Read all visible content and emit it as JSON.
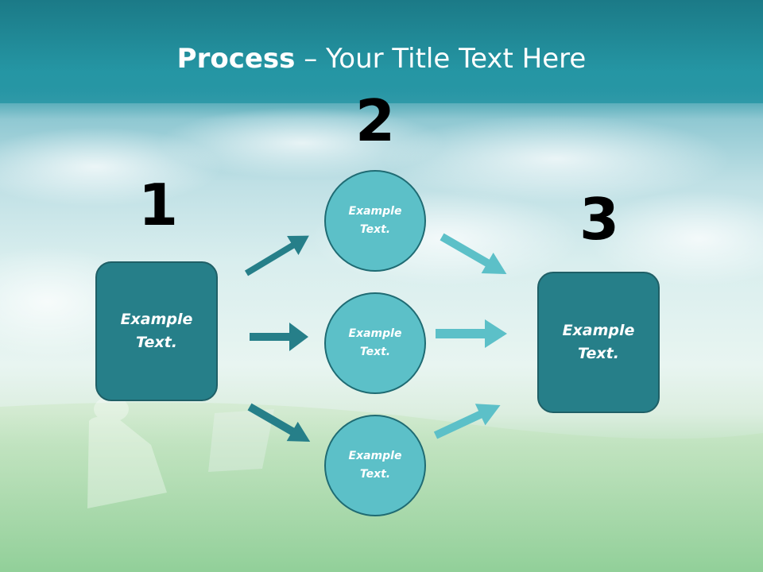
{
  "title": {
    "bold": "Process",
    "separator": "–",
    "rest": "Your Title Text Here"
  },
  "steps": {
    "one": {
      "number": "1",
      "text": "Example\nText."
    },
    "two": {
      "number": "2"
    },
    "three": {
      "number": "3",
      "text": "Example\nText."
    }
  },
  "middle_items": [
    {
      "text": "Example\nText."
    },
    {
      "text": "Example\nText."
    },
    {
      "text": "Example\nText."
    }
  ],
  "colors": {
    "box_fill": "#267f89",
    "circle_fill": "#5cc0c8",
    "dark_arrow": "#267f89",
    "light_arrow": "#5cc0c8",
    "title_band": "#2596a4"
  }
}
